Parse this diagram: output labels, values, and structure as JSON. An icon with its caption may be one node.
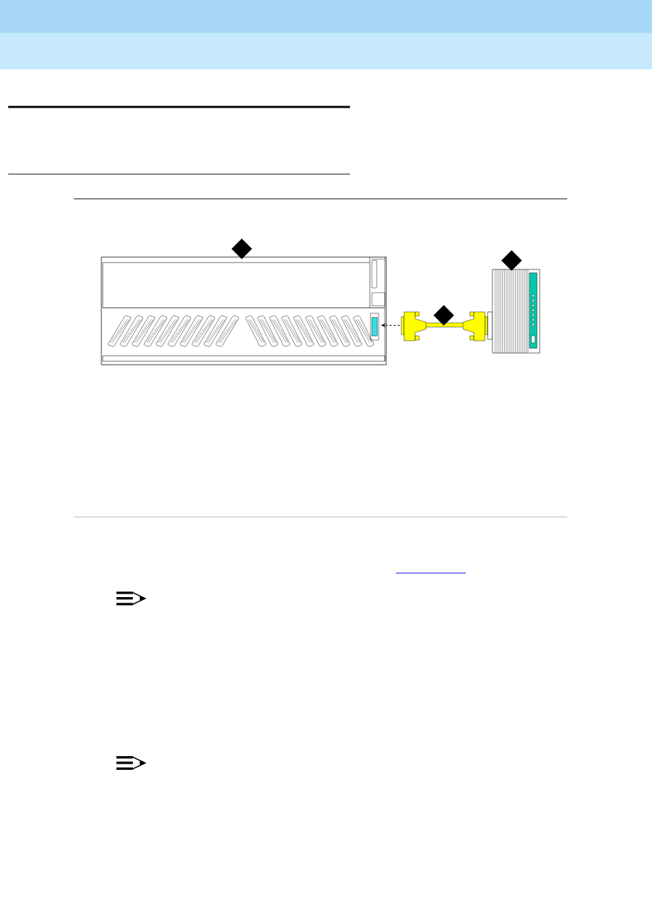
{
  "diagram": {
    "nodes": [
      {
        "text": [],
        "shape": "picture"
      },
      {
        "text": [],
        "shape": "picture"
      },
      {
        "text": [],
        "shape": "picture"
      }
    ],
    "edges": [
      {
        "from": 1,
        "to": 0,
        "arrow": "to",
        "style": "dashed"
      }
    ]
  }
}
